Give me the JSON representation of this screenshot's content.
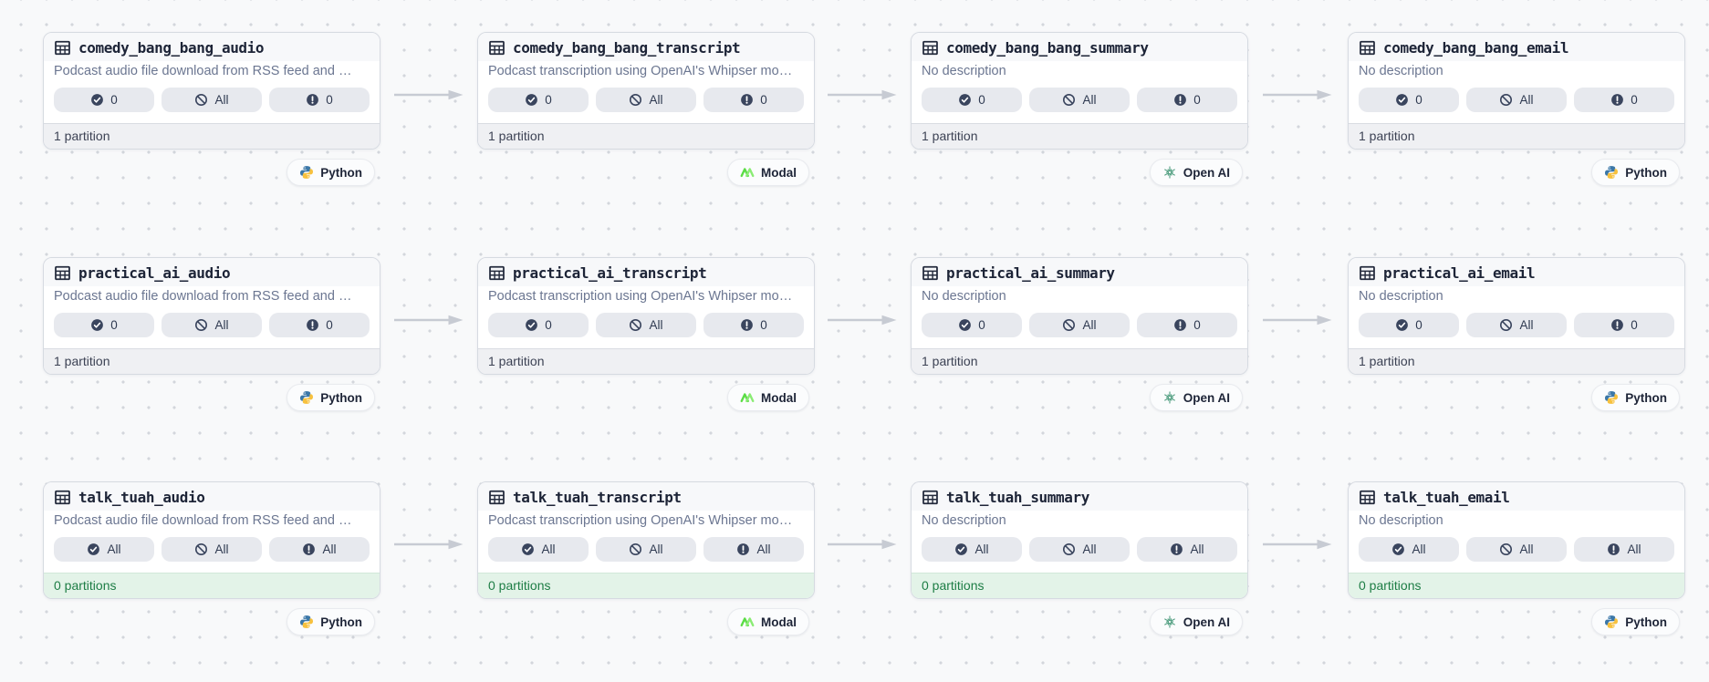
{
  "colors": {
    "page_background": "#f8f9fa",
    "dot_grid": "#d3d6dc",
    "card_background": "#ffffff",
    "card_border": "#d6dae1",
    "header_background": "#f7f8fa",
    "title_text": "#1d2437",
    "description_text": "#6b7691",
    "badge_background": "#e7e9ee",
    "badge_text": "#2f3a51",
    "badge_icon": "#3a455e",
    "footer_background": "#eff0f3",
    "footer_text": "#3c4254",
    "footer_success_background": "#e3f3e8",
    "footer_success_text": "#1d7d45",
    "arrow": "#c7cbd3",
    "python_blue": "#3b77a8",
    "python_yellow": "#f7c13e",
    "modal_green": "#5bdc45",
    "openai_green": "#55a184"
  },
  "graph": {
    "rows": [
      {
        "assets": [
          {
            "title": "comedy_bang_bang_audio",
            "description": "Podcast audio file download from RSS feed and …",
            "badges": [
              {
                "icon": "check-circle-icon",
                "value": "0"
              },
              {
                "icon": "slash-circle-icon",
                "value": "All"
              },
              {
                "icon": "alert-circle-icon",
                "value": "0"
              }
            ],
            "footer": "1 partition",
            "footer_state": "default",
            "tag": {
              "icon": "python-icon",
              "label": "Python"
            }
          },
          {
            "title": "comedy_bang_bang_transcript",
            "description": "Podcast transcription using OpenAI's Whipser mo…",
            "badges": [
              {
                "icon": "check-circle-icon",
                "value": "0"
              },
              {
                "icon": "slash-circle-icon",
                "value": "All"
              },
              {
                "icon": "alert-circle-icon",
                "value": "0"
              }
            ],
            "footer": "1 partition",
            "footer_state": "default",
            "tag": {
              "icon": "modal-icon",
              "label": "Modal"
            }
          },
          {
            "title": "comedy_bang_bang_summary",
            "description": "No description",
            "badges": [
              {
                "icon": "check-circle-icon",
                "value": "0"
              },
              {
                "icon": "slash-circle-icon",
                "value": "All"
              },
              {
                "icon": "alert-circle-icon",
                "value": "0"
              }
            ],
            "footer": "1 partition",
            "footer_state": "default",
            "tag": {
              "icon": "openai-icon",
              "label": "Open AI"
            }
          },
          {
            "title": "comedy_bang_bang_email",
            "description": "No description",
            "badges": [
              {
                "icon": "check-circle-icon",
                "value": "0"
              },
              {
                "icon": "slash-circle-icon",
                "value": "All"
              },
              {
                "icon": "alert-circle-icon",
                "value": "0"
              }
            ],
            "footer": "1 partition",
            "footer_state": "default",
            "tag": {
              "icon": "python-icon",
              "label": "Python"
            }
          }
        ]
      },
      {
        "assets": [
          {
            "title": "practical_ai_audio",
            "description": "Podcast audio file download from RSS feed and …",
            "badges": [
              {
                "icon": "check-circle-icon",
                "value": "0"
              },
              {
                "icon": "slash-circle-icon",
                "value": "All"
              },
              {
                "icon": "alert-circle-icon",
                "value": "0"
              }
            ],
            "footer": "1 partition",
            "footer_state": "default",
            "tag": {
              "icon": "python-icon",
              "label": "Python"
            }
          },
          {
            "title": "practical_ai_transcript",
            "description": "Podcast transcription using OpenAI's Whipser mo…",
            "badges": [
              {
                "icon": "check-circle-icon",
                "value": "0"
              },
              {
                "icon": "slash-circle-icon",
                "value": "All"
              },
              {
                "icon": "alert-circle-icon",
                "value": "0"
              }
            ],
            "footer": "1 partition",
            "footer_state": "default",
            "tag": {
              "icon": "modal-icon",
              "label": "Modal"
            }
          },
          {
            "title": "practical_ai_summary",
            "description": "No description",
            "badges": [
              {
                "icon": "check-circle-icon",
                "value": "0"
              },
              {
                "icon": "slash-circle-icon",
                "value": "All"
              },
              {
                "icon": "alert-circle-icon",
                "value": "0"
              }
            ],
            "footer": "1 partition",
            "footer_state": "default",
            "tag": {
              "icon": "openai-icon",
              "label": "Open AI"
            }
          },
          {
            "title": "practical_ai_email",
            "description": "No description",
            "badges": [
              {
                "icon": "check-circle-icon",
                "value": "0"
              },
              {
                "icon": "slash-circle-icon",
                "value": "All"
              },
              {
                "icon": "alert-circle-icon",
                "value": "0"
              }
            ],
            "footer": "1 partition",
            "footer_state": "default",
            "tag": {
              "icon": "python-icon",
              "label": "Python"
            }
          }
        ]
      },
      {
        "assets": [
          {
            "title": "talk_tuah_audio",
            "description": "Podcast audio file download from RSS feed and …",
            "badges": [
              {
                "icon": "check-circle-icon",
                "value": "All"
              },
              {
                "icon": "slash-circle-icon",
                "value": "All"
              },
              {
                "icon": "alert-circle-icon",
                "value": "All"
              }
            ],
            "footer": "0 partitions",
            "footer_state": "success",
            "tag": {
              "icon": "python-icon",
              "label": "Python"
            }
          },
          {
            "title": "talk_tuah_transcript",
            "description": "Podcast transcription using OpenAI's Whipser mo…",
            "badges": [
              {
                "icon": "check-circle-icon",
                "value": "All"
              },
              {
                "icon": "slash-circle-icon",
                "value": "All"
              },
              {
                "icon": "alert-circle-icon",
                "value": "All"
              }
            ],
            "footer": "0 partitions",
            "footer_state": "success",
            "tag": {
              "icon": "modal-icon",
              "label": "Modal"
            }
          },
          {
            "title": "talk_tuah_summary",
            "description": "No description",
            "badges": [
              {
                "icon": "check-circle-icon",
                "value": "All"
              },
              {
                "icon": "slash-circle-icon",
                "value": "All"
              },
              {
                "icon": "alert-circle-icon",
                "value": "All"
              }
            ],
            "footer": "0 partitions",
            "footer_state": "success",
            "tag": {
              "icon": "openai-icon",
              "label": "Open AI"
            }
          },
          {
            "title": "talk_tuah_email",
            "description": "No description",
            "badges": [
              {
                "icon": "check-circle-icon",
                "value": "All"
              },
              {
                "icon": "slash-circle-icon",
                "value": "All"
              },
              {
                "icon": "alert-circle-icon",
                "value": "All"
              }
            ],
            "footer": "0 partitions",
            "footer_state": "success",
            "tag": {
              "icon": "python-icon",
              "label": "Python"
            }
          }
        ]
      }
    ]
  }
}
